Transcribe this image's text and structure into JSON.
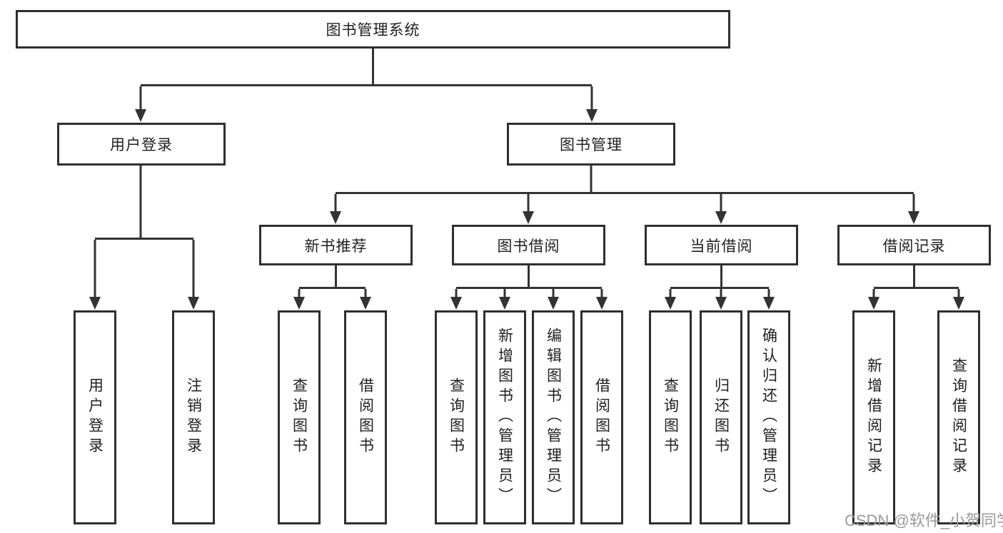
{
  "tree": {
    "label": "图书管理系统",
    "children": [
      {
        "label": "用户登录",
        "children": [
          {
            "label": "用户登录"
          },
          {
            "label": "注销登录"
          }
        ]
      },
      {
        "label": "图书管理",
        "children": [
          {
            "label": "新书推荐",
            "children": [
              {
                "label": "查询图书"
              },
              {
                "label": "借阅图书"
              }
            ]
          },
          {
            "label": "图书借阅",
            "children": [
              {
                "label": "查询图书"
              },
              {
                "label": "新增图书（管理员）"
              },
              {
                "label": "编辑图书（管理员）"
              },
              {
                "label": "借阅图书"
              }
            ]
          },
          {
            "label": "当前借阅",
            "children": [
              {
                "label": "查询图书"
              },
              {
                "label": "归还图书"
              },
              {
                "label": "确认归还（管理员）"
              }
            ]
          },
          {
            "label": "借阅记录",
            "children": [
              {
                "label": "新增借阅记录"
              },
              {
                "label": "查询借阅记录"
              }
            ]
          }
        ]
      }
    ]
  },
  "watermark": "CSDN @软件_小贺同学",
  "colors": {
    "line": "#333333",
    "box_border": "#2f2f2f",
    "text": "#1f1f1f",
    "watermark": "#999999"
  }
}
